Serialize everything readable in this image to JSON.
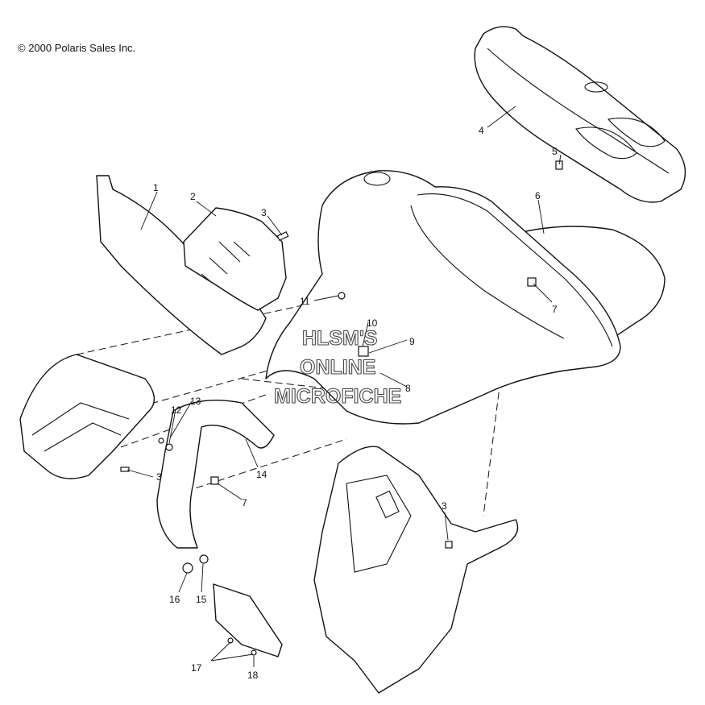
{
  "copyright": "© 2000 Polaris Sales Inc.",
  "watermark": [
    "HLSM'S",
    "ONLINE",
    "MICROFICHE"
  ],
  "callouts": [
    "1",
    "2",
    "3",
    "4",
    "5",
    "6",
    "7",
    "3",
    "7",
    "9",
    "10",
    "8",
    "11",
    "12",
    "13",
    "14",
    "3",
    "15",
    "16",
    "17",
    "18"
  ]
}
